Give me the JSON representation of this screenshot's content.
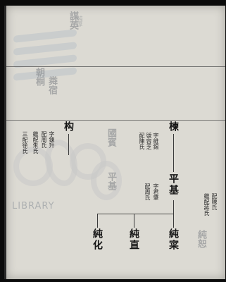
{
  "watermark": {
    "text": "LIBRARY"
  },
  "names": {
    "gou": "构",
    "dong": "楝",
    "ping_ji": "平基",
    "chun_qin": "純寀",
    "chun_zhi": "純直",
    "chun_hua": "純化"
  },
  "notes": {
    "gou_col1": "字鍊升",
    "gou_col2": "配周氏",
    "gou_col3": "繼配朱氏",
    "gou_col4": "三配徐氏",
    "dong_col1": "字維錫",
    "dong_col2": "號容芝",
    "dong_col3": "配陳氏",
    "ping_col1": "字君肇",
    "ping_col2": "配周氏",
    "right_col1": "配陳氏",
    "right_col2": "繼配蔣氏"
  },
  "ghost_text": {
    "top_a": "謀英",
    "top_b": "純厚",
    "mid_a": "朝桐",
    "mid_b": "粦宿",
    "mid_c": "國賓",
    "mid_d": "平基",
    "right_a": "純恕"
  }
}
